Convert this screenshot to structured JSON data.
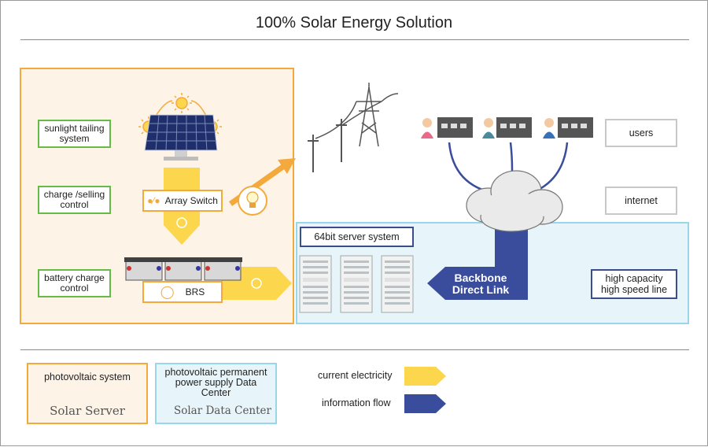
{
  "title": "100% Solar Energy Solution",
  "pv_system": {
    "sunlight_tailing": "sunlight tailing system",
    "charge_selling": "charge /selling control",
    "battery_charge": "battery charge control",
    "array_switch": "Array Switch",
    "brs": "BRS"
  },
  "data_center": {
    "server_system": "64bit server system",
    "backbone": "Backbone Direct Link",
    "high_capacity": "high capacity high speed line"
  },
  "network": {
    "users": "users",
    "internet": "internet"
  },
  "legend": {
    "photovoltaic_system": "photovoltaic system",
    "solar_server_logo": "Solar Server",
    "pv_permanent": "photovoltaic permanent power supply Data Center",
    "solar_data_center_logo": "Solar Data Center",
    "current_electricity": "current electricity",
    "information_flow": "information flow"
  },
  "colors": {
    "orange_border": "#f4a93c",
    "electric_yellow": "#fcd64d",
    "info_blue": "#3a4d9c",
    "green_border": "#66bb44",
    "light_blue": "#98d6e9"
  }
}
